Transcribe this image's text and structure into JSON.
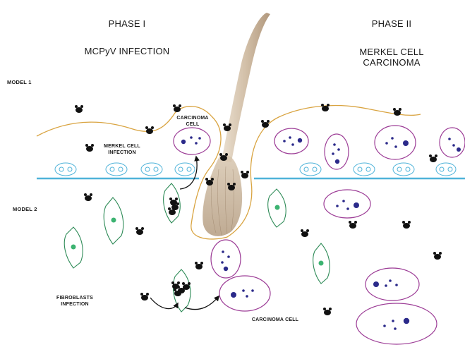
{
  "header": {
    "phase1_title": "PHASE I",
    "phase1_subtitle": "MCPyV INFECTION",
    "phase2_title": "PHASE II",
    "phase2_subtitle_line1": "MERKEL CELL",
    "phase2_subtitle_line2": "CARCINOMA"
  },
  "models": {
    "model1": "MODEL 1",
    "model2": "MODEL 2"
  },
  "labels": {
    "carcinoma_cell_top_line1": "CARCINOMA",
    "carcinoma_cell_top_line2": "CELL",
    "merkel_infection_line1": "MERKEL CELL",
    "merkel_infection_line2": "INFECTION",
    "fibroblasts_line1": "FIBROBLASTS",
    "fibroblasts_line2": "INFECTION",
    "carcinoma_cell_bottom": "CARCINOMA CELL"
  },
  "colors": {
    "epidermis_line": "#d9a441",
    "basement_membrane": "#4fb3d9",
    "merkel_cell": "#4fb3d9",
    "carcinoma_cell": "#9c3c96",
    "nucleus": "#2b2a8a",
    "fibroblast": "#2e8b57",
    "fibroblast_nucleus": "#3cb371",
    "virus": "#111111",
    "hair": "#c9b49a"
  }
}
